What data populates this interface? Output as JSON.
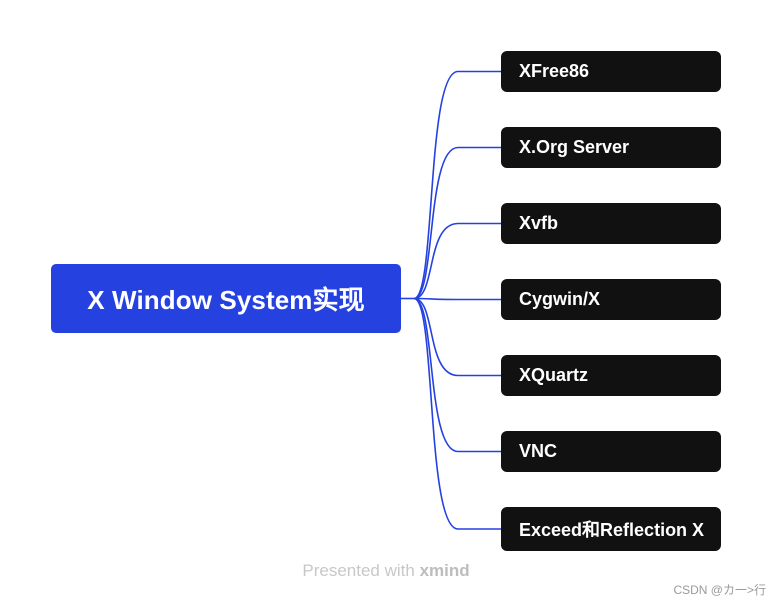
{
  "mindmap": {
    "root": "X Window System实现",
    "children": [
      "XFree86",
      "X.Org Server",
      "Xvfb",
      "Cygwin/X",
      "XQuartz",
      "VNC",
      "Exceed和Reflection X"
    ]
  },
  "footer": {
    "prefix": "Presented with",
    "brand": "xmind"
  },
  "watermark": "CSDN @カ一>行",
  "colors": {
    "root_fill": "#2541e0",
    "node_fill": "#111111",
    "connector": "#2541e0",
    "background": "#ffffff"
  }
}
